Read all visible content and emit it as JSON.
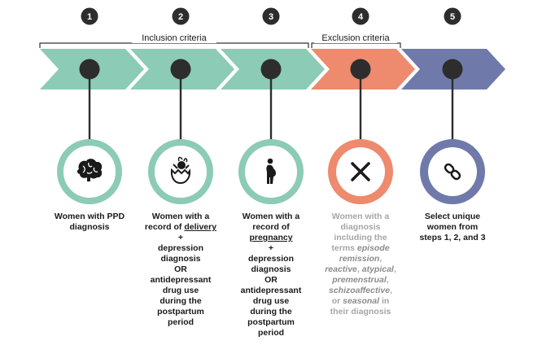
{
  "colors": {
    "inclusion": "#8ccbb5",
    "exclusion": "#ee8a6d",
    "selection": "#6f7aab",
    "dot": "#2d2d2d",
    "bracket": "#333333"
  },
  "brackets": {
    "inclusion": "Inclusion criteria",
    "exclusion": "Exclusion criteria"
  },
  "steps": [
    {
      "number": "1",
      "icon": "brain-icon"
    },
    {
      "number": "2",
      "icon": "baby-hatching-icon"
    },
    {
      "number": "3",
      "icon": "pregnant-woman-icon"
    },
    {
      "number": "4",
      "icon": "x-mark-icon"
    },
    {
      "number": "5",
      "icon": "chain-link-icon"
    }
  ],
  "descriptions": {
    "step1": {
      "l1": "Women with PPD",
      "l2": "diagnosis"
    },
    "step2": {
      "l1": "Women with a",
      "l2a": "record of ",
      "l2u": "delivery",
      "l3": "+",
      "l4": "depression",
      "l5": "diagnosis",
      "l6": "OR",
      "l7": "antidepressant",
      "l8": "drug use",
      "l9": "during the",
      "l10": "postpartum",
      "l11": "period"
    },
    "step3": {
      "l1": "Women with a",
      "l2": "record of",
      "l3u": "pregnancy",
      "l4": "+",
      "l5": "depression",
      "l6": "diagnosis",
      "l7": "OR",
      "l8": "antidepressant",
      "l9": "drug use",
      "l10": "during the",
      "l11": "postpartum",
      "l12": "period"
    },
    "step4": {
      "l1": "Women with a",
      "l2": "diagnosis",
      "l3": "including the",
      "l4a": "terms ",
      "l4i": "episode",
      "l5i": "remission",
      "l5b": ",",
      "l6i": "reactive",
      "l6b": ", ",
      "l6i2": "atypical",
      "l6c": ",",
      "l7i": "premenstrual",
      "l7b": ",",
      "l8i": "schizoaffective",
      "l8b": ",",
      "l9a": "or ",
      "l9i": "seasonal",
      "l9b": " in",
      "l10": "their diagnosis"
    },
    "step5": {
      "l1": "Select unique",
      "l2": "women from",
      "l3": "steps 1, 2, and 3"
    }
  }
}
